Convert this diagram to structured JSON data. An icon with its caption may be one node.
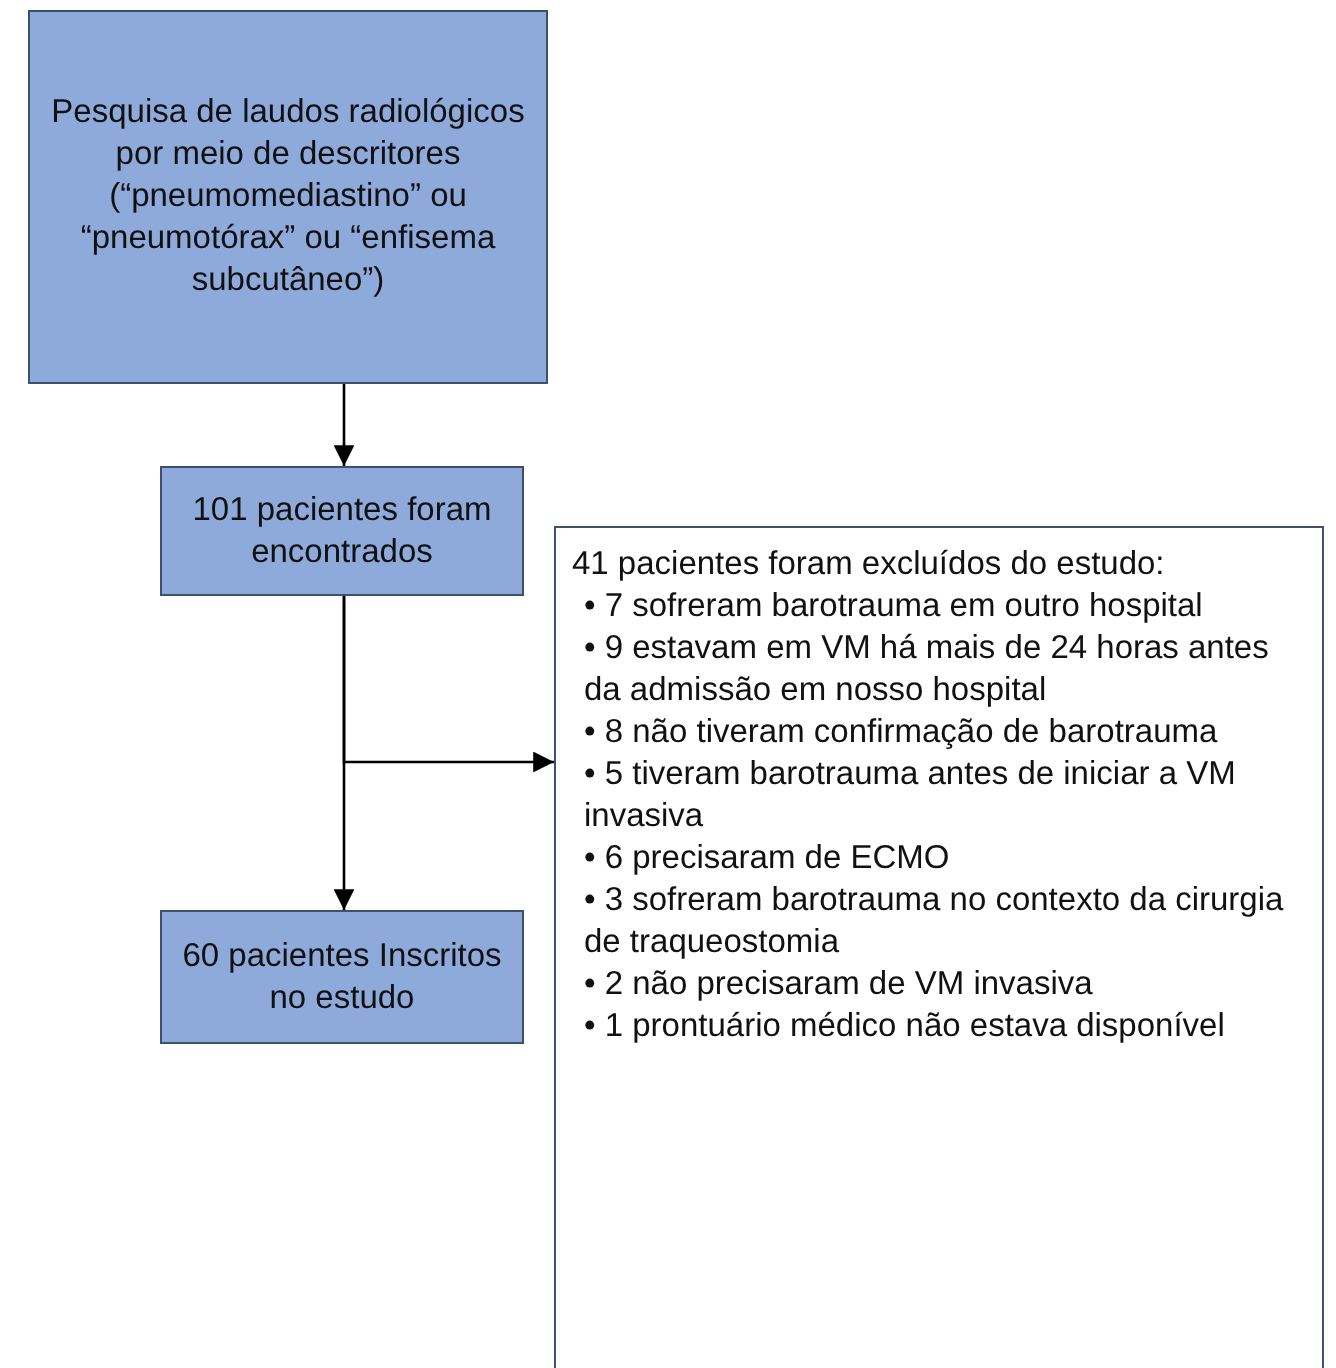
{
  "diagram": {
    "nodes": [
      {
        "text": [
          "Pesquisa de laudos radiológicos por meio de descritores (“pneumomediastino” ou “pneumotórax” ou “enfisema subcutâneo”)"
        ]
      },
      {
        "text": [
          "101 pacientes foram encontrados"
        ]
      },
      {
        "text": [
          "60 pacientes Inscritos no estudo"
        ]
      },
      {
        "text": [
          "41 pacientes foram excluídos do estudo:",
          "• 7 sofreram barotrauma em outro hospital",
          "• 9 estavam em VM há mais de 24 horas antes da admissão em nosso hospital",
          "• 8 não tiveram confirmação de barotrauma",
          "• 5 tiveram barotrauma antes de iniciar a VM invasiva",
          "• 6 precisaram de ECMO",
          "• 3 sofreram barotrauma no contexto da cirurgia de traqueostomia",
          "• 2 não precisaram de VM invasiva",
          "• 1 prontuário médico não estava disponível"
        ]
      }
    ],
    "edges": [
      {
        "from": 0,
        "to": 1,
        "arrow": "to"
      },
      {
        "from": 1,
        "to": 2,
        "arrow": "to"
      },
      {
        "from": 1,
        "to": 3,
        "arrow": "to"
      }
    ]
  }
}
